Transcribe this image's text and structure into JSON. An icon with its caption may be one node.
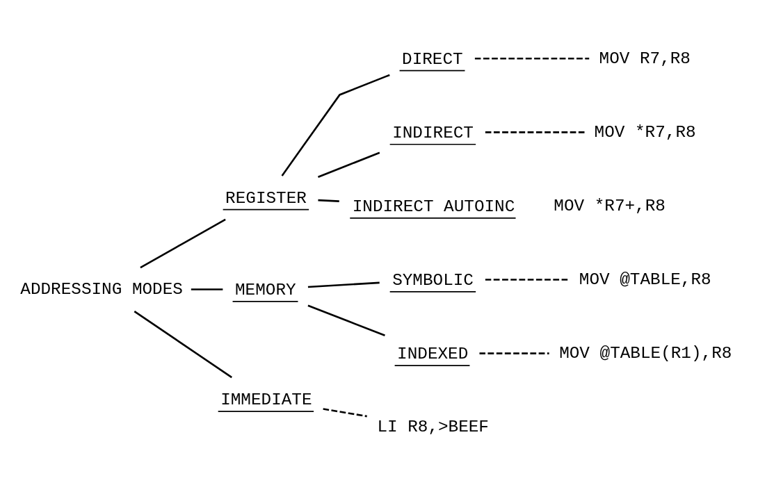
{
  "diagram": {
    "nodes": [
      {
        "text": [
          "ADDRESSING MODES"
        ]
      },
      {
        "text": [
          "REGISTER"
        ]
      },
      {
        "text": [
          "DIRECT"
        ]
      },
      {
        "text": [
          "MOV R7,R8"
        ]
      },
      {
        "text": [
          "INDIRECT"
        ]
      },
      {
        "text": [
          "MOV *R7,R8"
        ]
      },
      {
        "text": [
          "INDIRECT AUTOINC"
        ],
        "beside": [
          "MOV *R7+,R8"
        ]
      },
      {
        "text": [
          "MEMORY"
        ]
      },
      {
        "text": [
          "SYMBOLIC"
        ]
      },
      {
        "text": [
          "MOV @TABLE,R8"
        ]
      },
      {
        "text": [
          "INDEXED"
        ]
      },
      {
        "text": [
          "MOV @TABLE(R1),R8"
        ]
      },
      {
        "text": [
          "IMMEDIATE"
        ]
      },
      {
        "text": [
          "LI R8,>BEEF"
        ]
      }
    ],
    "edges": [
      {
        "from": 0,
        "to": 1,
        "arrow": "none"
      },
      {
        "from": 0,
        "to": 7,
        "arrow": "none"
      },
      {
        "from": 0,
        "to": 12,
        "arrow": "none"
      },
      {
        "from": 1,
        "to": 2,
        "arrow": "none"
      },
      {
        "from": 1,
        "to": 4,
        "arrow": "none"
      },
      {
        "from": 1,
        "to": 6,
        "arrow": "none"
      },
      {
        "from": 2,
        "to": 3,
        "arrow": "none",
        "style": "dashed"
      },
      {
        "from": 4,
        "to": 5,
        "arrow": "none",
        "style": "dashed"
      },
      {
        "from": 7,
        "to": 8,
        "arrow": "none"
      },
      {
        "from": 7,
        "to": 10,
        "arrow": "none"
      },
      {
        "from": 8,
        "to": 9,
        "arrow": "none",
        "style": "dashed"
      },
      {
        "from": 10,
        "to": 11,
        "arrow": "none",
        "style": "dashed"
      },
      {
        "from": 12,
        "to": 13,
        "arrow": "none",
        "style": "dashed"
      }
    ]
  }
}
